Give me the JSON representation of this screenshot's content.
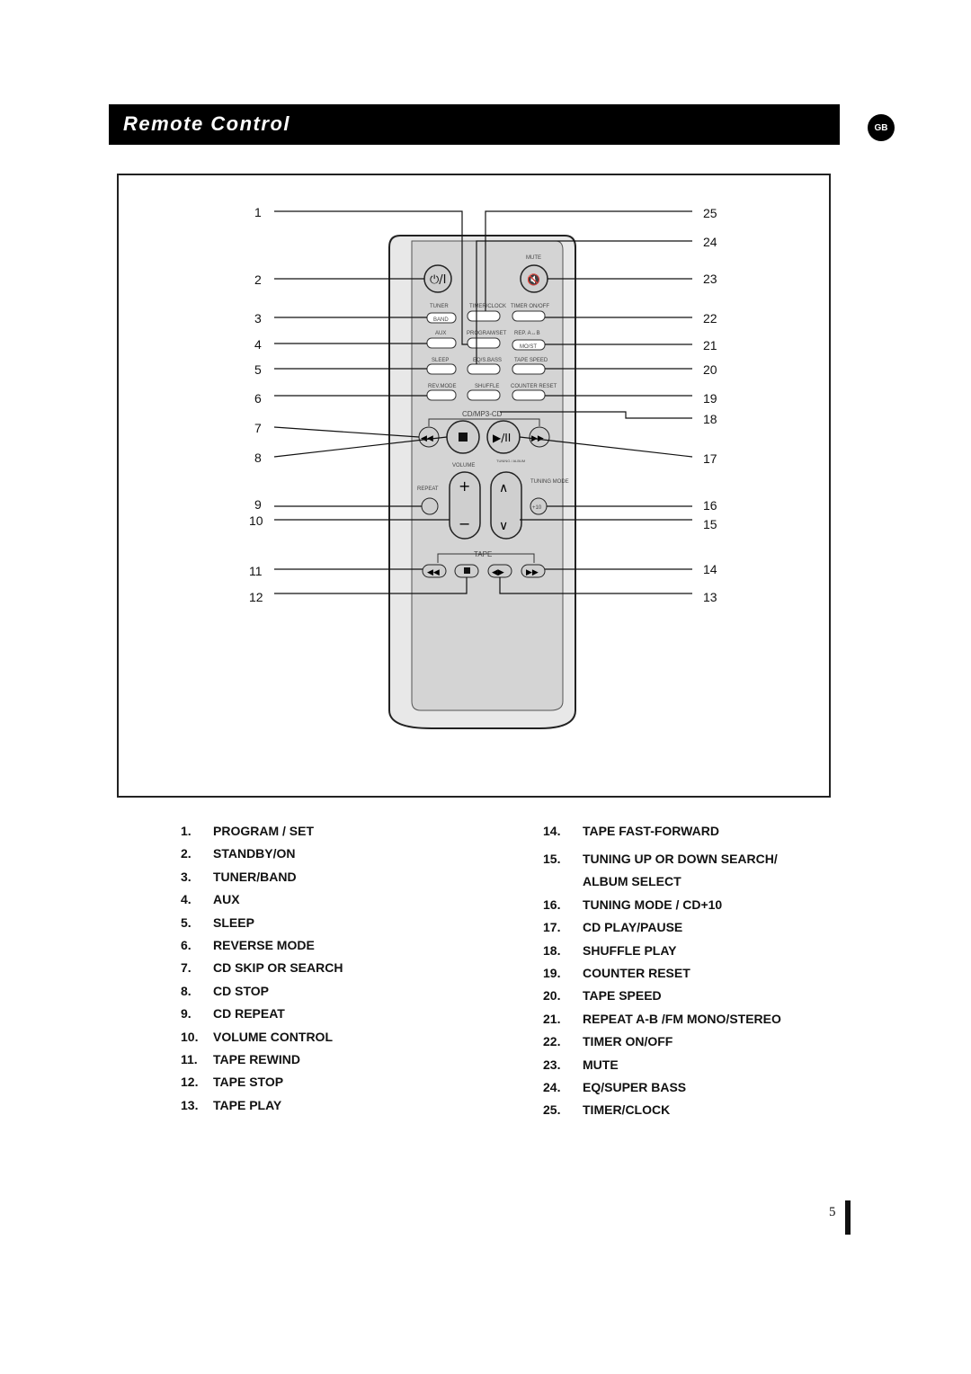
{
  "header": {
    "title": "Remote Control",
    "badge": "GB"
  },
  "remote": {
    "mute": "MUTE",
    "tuner": "TUNER",
    "band": "BAND",
    "aux": "AUX",
    "sleep": "SLEEP",
    "rev_mode": "REV.MODE",
    "timer_clock": "TIMER/CLOCK",
    "program_set": "PROGRAM/SET",
    "eq_sbass": "EQ/S.BASS",
    "shuffle": "SHUFFLE",
    "timer_onoff": "TIMER ON/OFF",
    "rep_ab": "REP. A↔B",
    "mo_st": "MO/ST",
    "tape_speed": "TAPE SPEED",
    "counter_reset": "COUNTER RESET",
    "cd_mp3_cd": "CD/MP3-CD",
    "volume": "VOLUME",
    "tuning_album": "TUNING / ALBUM",
    "repeat": "REPEAT",
    "tuning_mode": "TUNING MODE",
    "plus10": "+10",
    "tape": "TAPE"
  },
  "callouts_left": [
    "1",
    "2",
    "3",
    "4",
    "5",
    "6",
    "7",
    "8",
    "9",
    "10",
    "11",
    "12"
  ],
  "callouts_right": [
    "25",
    "24",
    "23",
    "22",
    "21",
    "20",
    "19",
    "18",
    "17",
    "16",
    "15",
    "14",
    "13"
  ],
  "legend_left": [
    {
      "n": "1.",
      "t": "PROGRAM / SET"
    },
    {
      "n": "2.",
      "t": "STANDBY/ON"
    },
    {
      "n": "3.",
      "t": "TUNER/BAND"
    },
    {
      "n": "4.",
      "t": "AUX"
    },
    {
      "n": "5.",
      "t": "SLEEP"
    },
    {
      "n": "6.",
      "t": "REVERSE MODE"
    },
    {
      "n": "7.",
      "t": "CD SKIP OR SEARCH"
    },
    {
      "n": "8.",
      "t": "CD STOP"
    },
    {
      "n": "9.",
      "t": "CD REPEAT"
    },
    {
      "n": "10.",
      "t": "VOLUME CONTROL"
    },
    {
      "n": "11.",
      "t": "TAPE REWIND"
    },
    {
      "n": "12.",
      "t": "TAPE STOP"
    },
    {
      "n": "13.",
      "t": "TAPE PLAY"
    }
  ],
  "legend_right": [
    {
      "n": "14.",
      "t": "TAPE FAST-FORWARD"
    },
    {
      "n": "15.",
      "t": "TUNING UP OR DOWN SEARCH/"
    },
    {
      "n": "",
      "t": "ALBUM SELECT"
    },
    {
      "n": "16.",
      "t": "TUNING MODE / CD+10"
    },
    {
      "n": "17.",
      "t": "CD PLAY/PAUSE"
    },
    {
      "n": "18.",
      "t": "SHUFFLE PLAY"
    },
    {
      "n": "19.",
      "t": "COUNTER RESET"
    },
    {
      "n": "20.",
      "t": "TAPE SPEED"
    },
    {
      "n": "21.",
      "t": "REPEAT A-B /FM MONO/STEREO"
    },
    {
      "n": "22.",
      "t": "TIMER ON/OFF"
    },
    {
      "n": "23.",
      "t": "MUTE"
    },
    {
      "n": "24.",
      "t": "EQ/SUPER BASS"
    },
    {
      "n": "25.",
      "t": "TIMER/CLOCK"
    }
  ],
  "page_number": "5"
}
